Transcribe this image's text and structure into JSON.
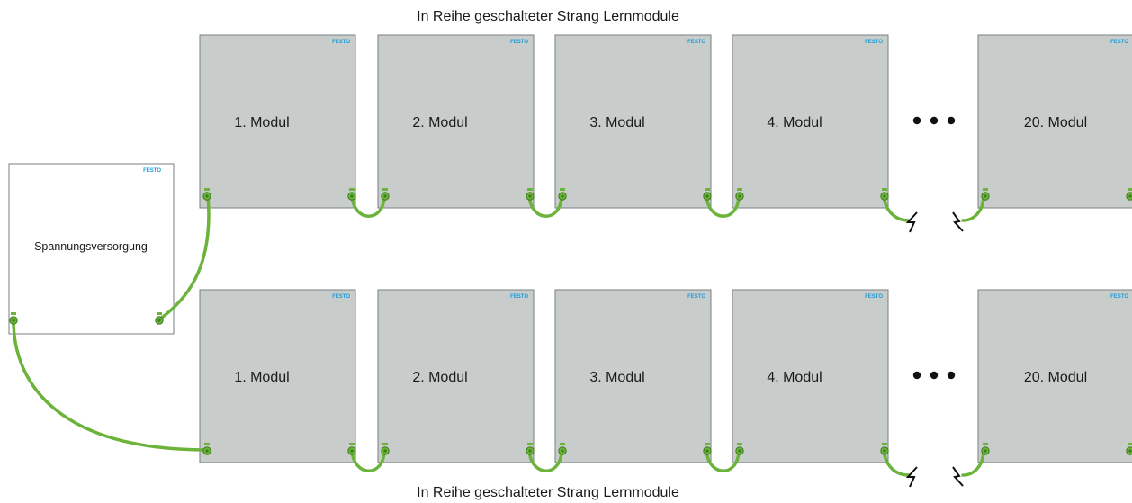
{
  "captions": {
    "top": "In Reihe geschalteter Strang Lernmodule",
    "bottom": "In Reihe geschalteter Strang Lernmodule"
  },
  "power_supply": {
    "label": "Spannungsversorgung",
    "logo": "FESTO"
  },
  "strands": [
    {
      "modules": [
        {
          "label": "1. Modul",
          "logo": "FESTO"
        },
        {
          "label": "2. Modul",
          "logo": "FESTO"
        },
        {
          "label": "3. Modul",
          "logo": "FESTO"
        },
        {
          "label": "4. Modul",
          "logo": "FESTO"
        },
        {
          "label": "20. Modul",
          "logo": "FESTO"
        }
      ]
    },
    {
      "modules": [
        {
          "label": "1. Modul",
          "logo": "FESTO"
        },
        {
          "label": "2. Modul",
          "logo": "FESTO"
        },
        {
          "label": "3. Modul",
          "logo": "FESTO"
        },
        {
          "label": "4. Modul",
          "logo": "FESTO"
        },
        {
          "label": "20. Modul",
          "logo": "FESTO"
        }
      ]
    }
  ],
  "colors": {
    "module_fill": "#c8cdcc",
    "module_border": "#7a7f80",
    "supply_fill": "#ffffff",
    "cable": "#6bb33a",
    "cable_dark": "#3e7d1c",
    "logo": "#1c9ad6",
    "text": "#1a1a1a",
    "ellipsis": "#111111"
  }
}
